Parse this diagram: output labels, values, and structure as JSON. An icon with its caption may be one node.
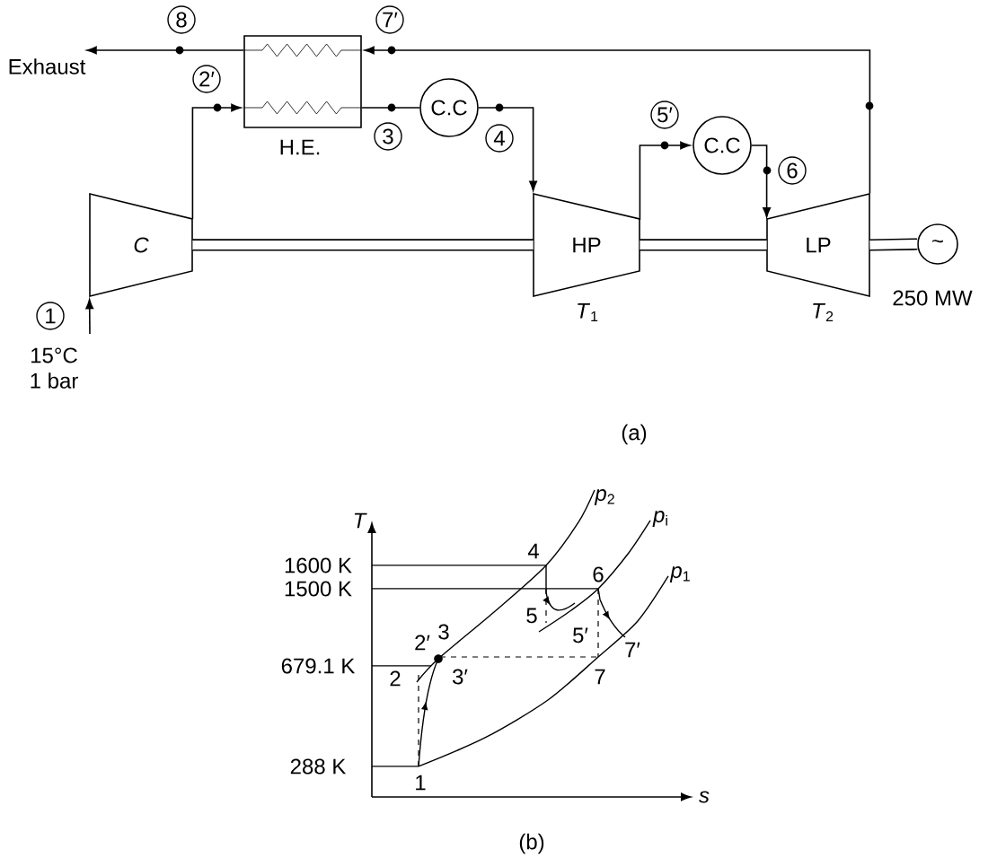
{
  "diagram": {
    "nodes": [
      {
        "text": [
          "C"
        ]
      },
      {
        "text": [
          "H.E."
        ]
      },
      {
        "text": [
          "C.C"
        ]
      },
      {
        "text": [
          "HP"
        ],
        "beside": [
          "*T*$_{1}$"
        ]
      },
      {
        "text": [
          "C.C"
        ]
      },
      {
        "text": [
          "LP"
        ],
        "beside": [
          "*T*$_{2}$"
        ]
      },
      {
        "text": [
          "~"
        ],
        "beside": [
          "250 MW"
        ]
      },
      {
        "text": [
          "Exhaust"
        ]
      }
    ],
    "edges": [
      {
        "from": null,
        "to": 0,
        "arrow": "to"
      },
      {
        "from": 0,
        "to": 1,
        "arrow": "to"
      },
      {
        "from": 1,
        "to": 2,
        "arrow": "none"
      },
      {
        "from": 2,
        "to": 3,
        "arrow": "to"
      },
      {
        "from": 3,
        "to": 4,
        "arrow": "to"
      },
      {
        "from": 4,
        "to": 5,
        "arrow": "to"
      },
      {
        "from": 5,
        "to": 1,
        "arrow": "to"
      },
      {
        "from": 1,
        "to": 7,
        "arrow": "to"
      },
      {
        "from": 0,
        "to": 3,
        "arrow": "none",
        "style": "thick"
      },
      {
        "from": 3,
        "to": 5,
        "arrow": "none",
        "style": "thick"
      },
      {
        "from": 5,
        "to": 6,
        "arrow": "none",
        "style": "thick"
      }
    ],
    "labels": [
      "8",
      "7′",
      "2′",
      "3",
      "4",
      "5′",
      "6",
      "1",
      "15°C",
      "1 bar",
      "(a)",
      "T",
      "*p*$_{2}$",
      "*p*$_{i}$",
      "1600 K",
      "4",
      "6",
      "*p*$_{1}$",
      "1500 K",
      "5",
      "5′",
      "2′",
      "3",
      "7′",
      "679.1 K",
      "2",
      "3′",
      "7",
      "288 K",
      "1",
      "s",
      "(b)"
    ]
  }
}
